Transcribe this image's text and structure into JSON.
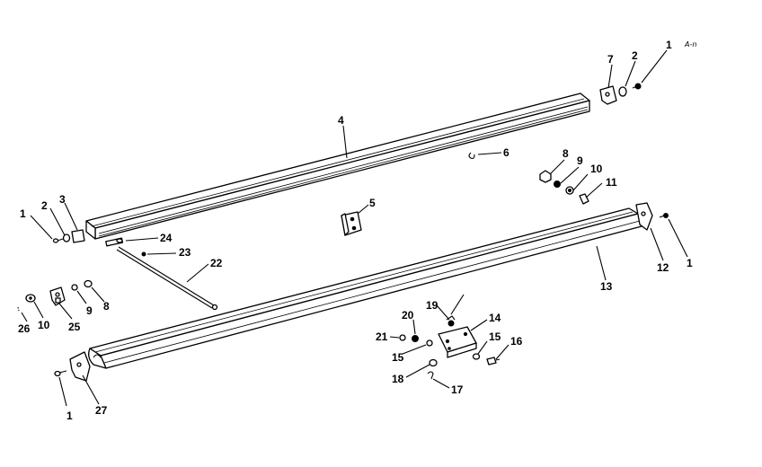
{
  "diagram": {
    "corner_note": "A-n",
    "callouts": [
      {
        "id": "c1a",
        "text": "1"
      },
      {
        "id": "c2a",
        "text": "2"
      },
      {
        "id": "c7",
        "text": "7"
      },
      {
        "id": "c4",
        "text": "4"
      },
      {
        "id": "c6",
        "text": "6"
      },
      {
        "id": "c8a",
        "text": "8"
      },
      {
        "id": "c9a",
        "text": "9"
      },
      {
        "id": "c10a",
        "text": "10"
      },
      {
        "id": "c11",
        "text": "11"
      },
      {
        "id": "c5",
        "text": "5"
      },
      {
        "id": "c1b",
        "text": "1"
      },
      {
        "id": "c2b",
        "text": "2"
      },
      {
        "id": "c3",
        "text": "3"
      },
      {
        "id": "c24",
        "text": "24"
      },
      {
        "id": "c23",
        "text": "23"
      },
      {
        "id": "c22",
        "text": "22"
      },
      {
        "id": "c12",
        "text": "12"
      },
      {
        "id": "c1c",
        "text": "1"
      },
      {
        "id": "c13",
        "text": "13"
      },
      {
        "id": "c26",
        "text": "26"
      },
      {
        "id": "c10b",
        "text": "10"
      },
      {
        "id": "c25",
        "text": "25"
      },
      {
        "id": "c9b",
        "text": "9"
      },
      {
        "id": "c8b",
        "text": "8"
      },
      {
        "id": "c19",
        "text": "19"
      },
      {
        "id": "c14",
        "text": "14"
      },
      {
        "id": "c20",
        "text": "20"
      },
      {
        "id": "c21",
        "text": "21"
      },
      {
        "id": "c15a",
        "text": "15"
      },
      {
        "id": "c15b",
        "text": "15"
      },
      {
        "id": "c16",
        "text": "16"
      },
      {
        "id": "c18",
        "text": "18"
      },
      {
        "id": "c17",
        "text": "17"
      },
      {
        "id": "c1d",
        "text": "1"
      },
      {
        "id": "c27",
        "text": "27"
      }
    ]
  }
}
